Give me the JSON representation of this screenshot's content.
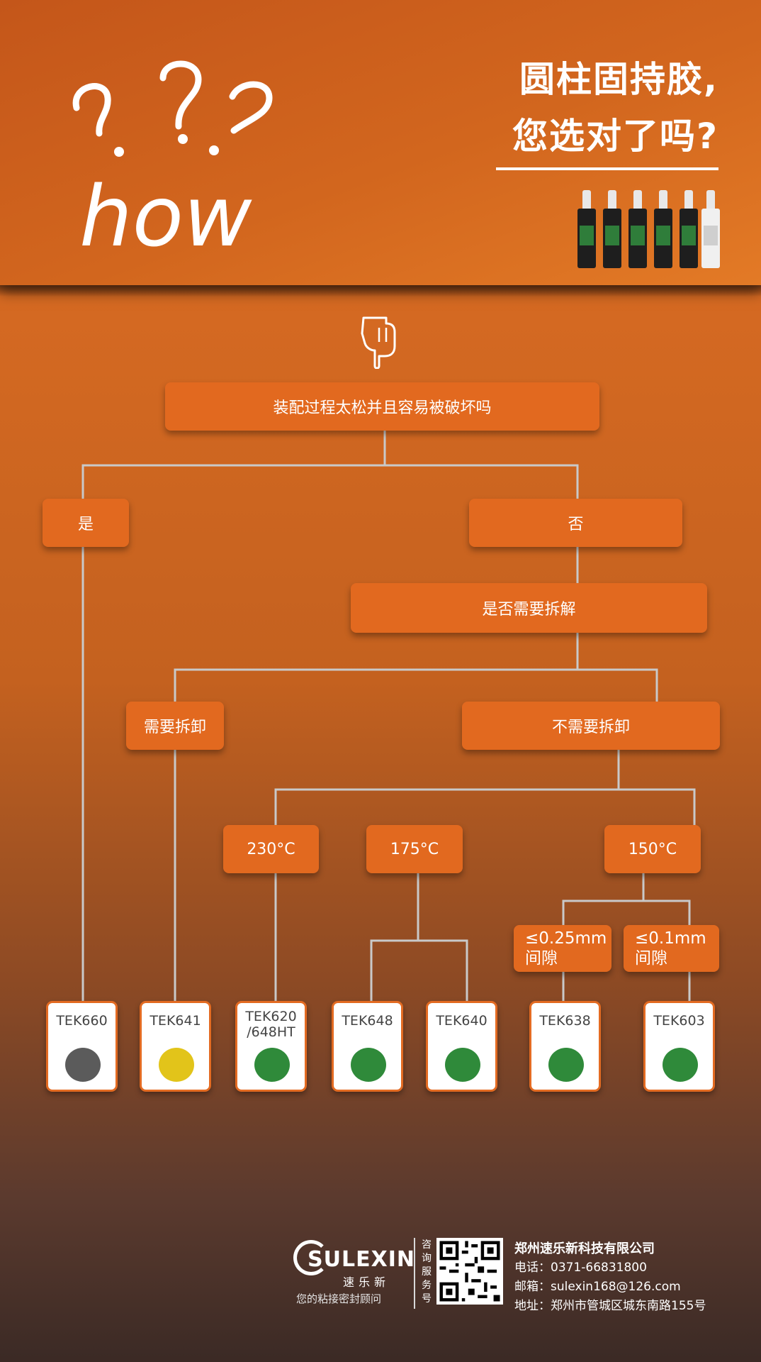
{
  "header": {
    "doodle_text": "how",
    "title_line1": "圆柱固持胶,",
    "title_line2": "您选对了吗?"
  },
  "flow": {
    "question": "装配过程太松并且容易被破坏吗",
    "yes": "是",
    "no": "否",
    "disassemble_question": "是否需要拆解",
    "need_removal": "需要拆卸",
    "no_removal": "不需要拆卸",
    "temp_230": "230°C",
    "temp_175": "175°C",
    "temp_150": "150°C",
    "gap_025": {
      "line1": "≤0.25mm",
      "line2": "间隙"
    },
    "gap_01": {
      "line1": "≤0.1mm",
      "line2": "间隙"
    }
  },
  "products": [
    {
      "name": "TEK660",
      "name2": "",
      "color": "#5b5b5b"
    },
    {
      "name": "TEK641",
      "name2": "",
      "color": "#e2c41a"
    },
    {
      "name": "TEK620",
      "name2": "/648HT",
      "color": "#2f8a3a"
    },
    {
      "name": "TEK648",
      "name2": "",
      "color": "#2f8a3a"
    },
    {
      "name": "TEK640",
      "name2": "",
      "color": "#2f8a3a"
    },
    {
      "name": "TEK638",
      "name2": "",
      "color": "#2f8a3a"
    },
    {
      "name": "TEK603",
      "name2": "",
      "color": "#2f8a3a"
    }
  ],
  "footer": {
    "brand": "SULEXIN",
    "brand_cn": "速乐新",
    "slogan": "您的粘接密封顾问",
    "service_vertical": "咨询服务号",
    "company": "郑州速乐新科技有限公司",
    "phone": "电话：0371-66831800",
    "email": "邮箱：sulexin168@126.com",
    "address": "地址：郑州市管城区城东南路155号"
  }
}
